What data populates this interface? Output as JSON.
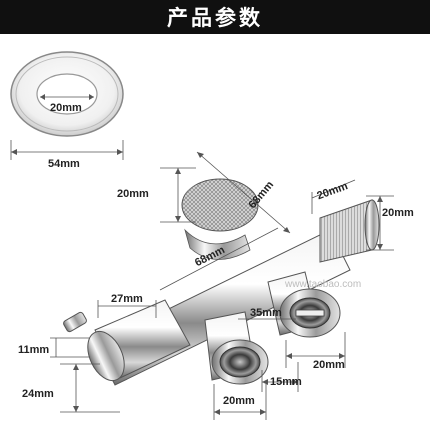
{
  "header": {
    "title": "产品参数"
  },
  "watermark": "www.taobao.com",
  "colors": {
    "banner_bg": "#101010",
    "banner_text": "#ffffff",
    "dimension_line": "#555555"
  },
  "dimensions": {
    "ring_inner": "20mm",
    "ring_outer": "54mm",
    "handle_height": "20mm",
    "body_length_top": "68mm",
    "body_length_mid": "68mm",
    "inlet_length": "20mm",
    "inlet_diameter": "20mm",
    "cap_length": "27mm",
    "outlet_spacing": "35mm",
    "cap_height": "11mm",
    "cap_diameter": "24mm",
    "outlet_gap": "15mm",
    "outlet_left": "20mm",
    "outlet_right": "20mm"
  }
}
